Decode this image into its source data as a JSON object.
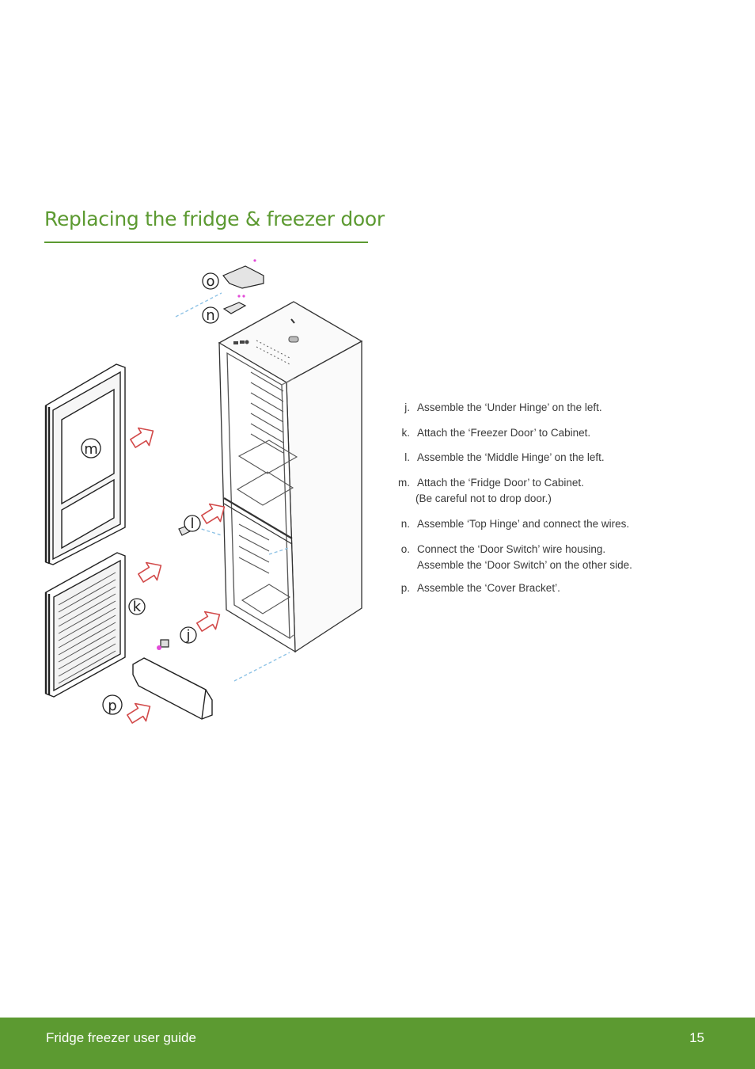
{
  "page": {
    "title": "Replacing the fridge & freezer door"
  },
  "figure": {
    "callouts": [
      "o",
      "n",
      "m",
      "l",
      "k",
      "j",
      "p"
    ]
  },
  "steps": [
    {
      "letter": "j.",
      "lines": [
        "Assemble the ‘Under Hinge’ on the left."
      ]
    },
    {
      "letter": "k.",
      "lines": [
        "Attach the ‘Freezer Door’ to Cabinet."
      ]
    },
    {
      "letter": "l.",
      "lines": [
        "Assemble the ‘Middle Hinge’ on the left."
      ]
    },
    {
      "letter": "m.",
      "lines": [
        "Attach the ‘Fridge Door’ to Cabinet.",
        "(Be careful not to drop door.)"
      ]
    },
    {
      "letter": "n.",
      "lines": [
        "Assemble ‘Top Hinge’ and connect the wires."
      ]
    },
    {
      "letter": "o.",
      "lines": [
        "Connect the ‘Door Switch’ wire housing.",
        "Assemble the ‘Door Switch’ on the other side."
      ]
    },
    {
      "letter": "p.",
      "lines": [
        "Assemble the ‘Cover Bracket’."
      ]
    }
  ],
  "footer": {
    "title": "Fridge freezer user guide",
    "page_number": "15"
  },
  "colors": {
    "brand_green": "#5c9a31",
    "arrow_red": "#d24a4a",
    "guide_blue": "#8fc3e6"
  }
}
